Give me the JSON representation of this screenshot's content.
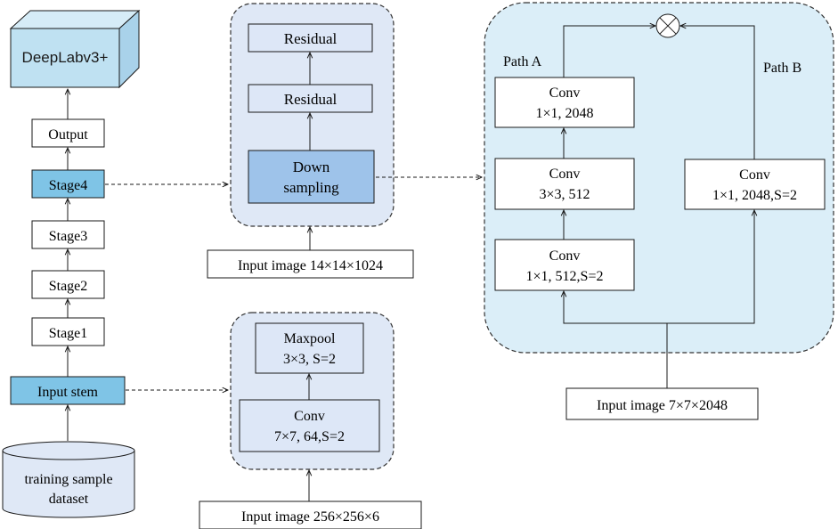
{
  "colors": {
    "panel_fill": "#dfe8f6",
    "panel_fill_right": "#dbeef8",
    "box_fill": "#dde7f7",
    "highlight_fill": "#9ec3ea",
    "stage_fill": "#7fc4e6",
    "cube_front": "#bfe1f2",
    "cube_top": "#d6ecf7",
    "cube_side": "#a9d2ea",
    "stroke": "#1a1a1a"
  },
  "model": {
    "label": "DeepLabv3+"
  },
  "pipeline": {
    "output": "Output",
    "stage4": "Stage4",
    "stage3": "Stage3",
    "stage2": "Stage2",
    "stage1": "Stage1",
    "input_stem": "Input stem",
    "dataset_line1": "training sample",
    "dataset_line2": "dataset"
  },
  "stage4_block": {
    "residual_top": "Residual",
    "residual_mid": "Residual",
    "down_line1": "Down",
    "down_line2": "sampling",
    "input": "Input image 14×14×1024"
  },
  "stem_block": {
    "maxpool_line1": "Maxpool",
    "maxpool_line2": "3×3, S=2",
    "conv_line1": "Conv",
    "conv_line2": "7×7, 64,S=2",
    "input": "Input image  256×256×6"
  },
  "downsampling_block": {
    "path_a": "Path A",
    "path_b": "Path B",
    "conv_a1_line1": "Conv",
    "conv_a1_line2": "1×1, 2048",
    "conv_a2_line1": "Conv",
    "conv_a2_line2": "3×3, 512",
    "conv_a3_line1": "Conv",
    "conv_a3_line2": "1×1, 512,S=2",
    "conv_b_line1": "Conv",
    "conv_b_line2": "1×1, 2048,S=2",
    "input": "Input image 7×7×2048"
  }
}
